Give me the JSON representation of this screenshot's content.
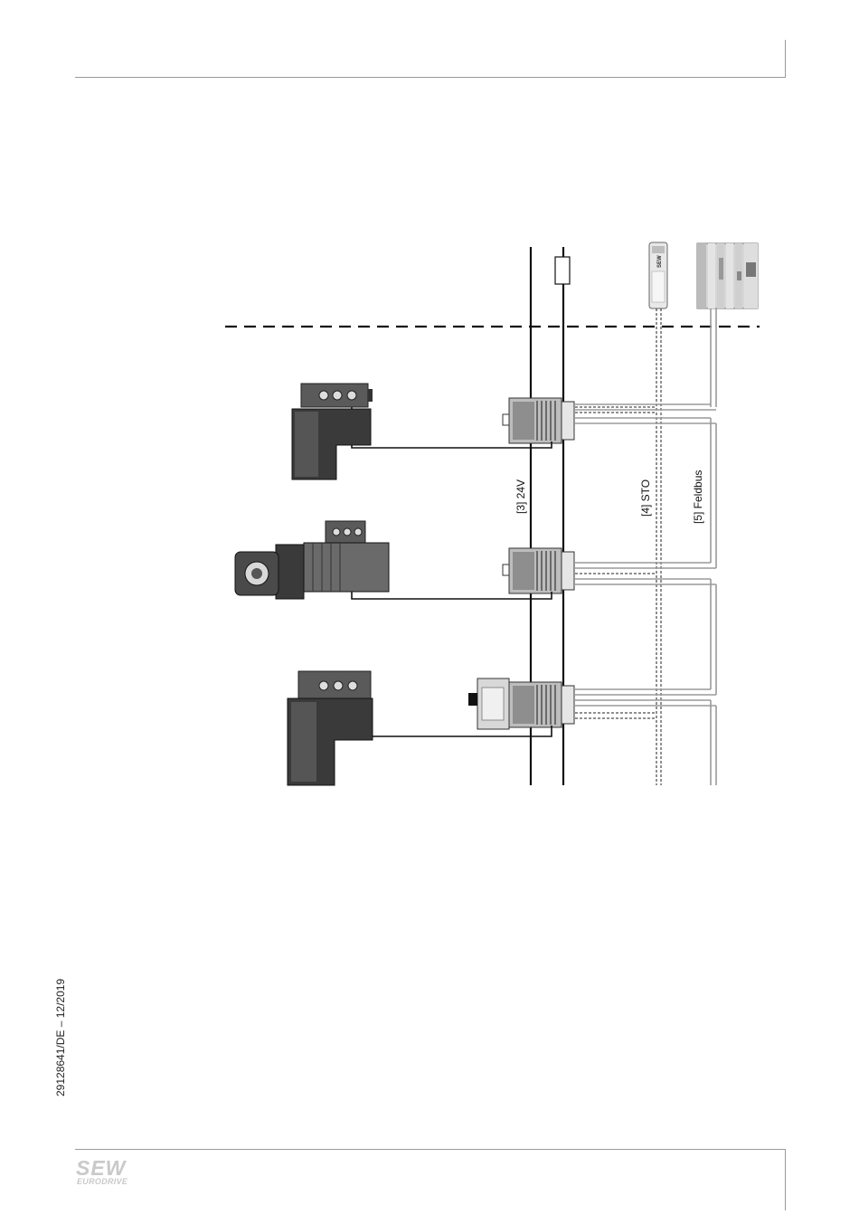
{
  "header": {},
  "footer": {
    "document_id": "29128641/DE – 12/2019",
    "logo_text": "SEW",
    "logo_subtext": "EURODRIVE"
  },
  "diagram": {
    "labels": {
      "supply_24v": "[3]  24V",
      "sto": "[4]  STO",
      "fieldbus": "[5]  Feldbus"
    },
    "devices": {
      "safety_module_badge": "SEW"
    },
    "colors": {
      "line": "#111111",
      "fieldbus_cable": "#9a9a9a",
      "motor_body": "#3a3a3a",
      "frame": "#9a9a9a"
    }
  }
}
